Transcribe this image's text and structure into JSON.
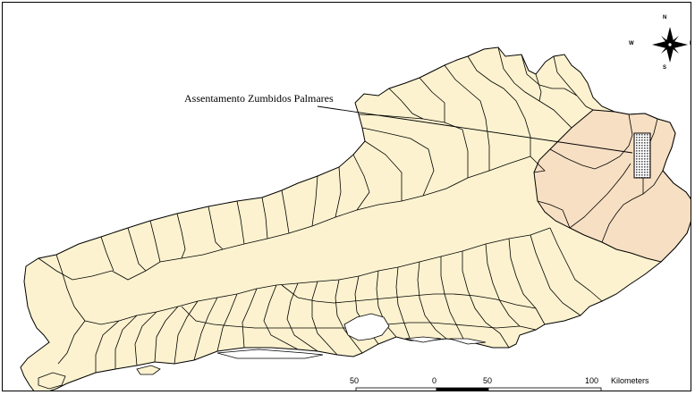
{
  "map": {
    "callout_label": "Assentamento Zumbidos Palmares",
    "colors": {
      "state_fill": "#fcf2cf",
      "highlight_fill": "#f7dfc3",
      "border": "#000000",
      "settlement_fill": "#bfbfbf"
    }
  },
  "compass": {
    "north": "N",
    "south": "S",
    "east": "E",
    "west": "W",
    "icon": "compass-rose-icon"
  },
  "scale_bar": {
    "ticks": [
      "50",
      "0",
      "50",
      "100"
    ],
    "unit": "Kilometers"
  }
}
